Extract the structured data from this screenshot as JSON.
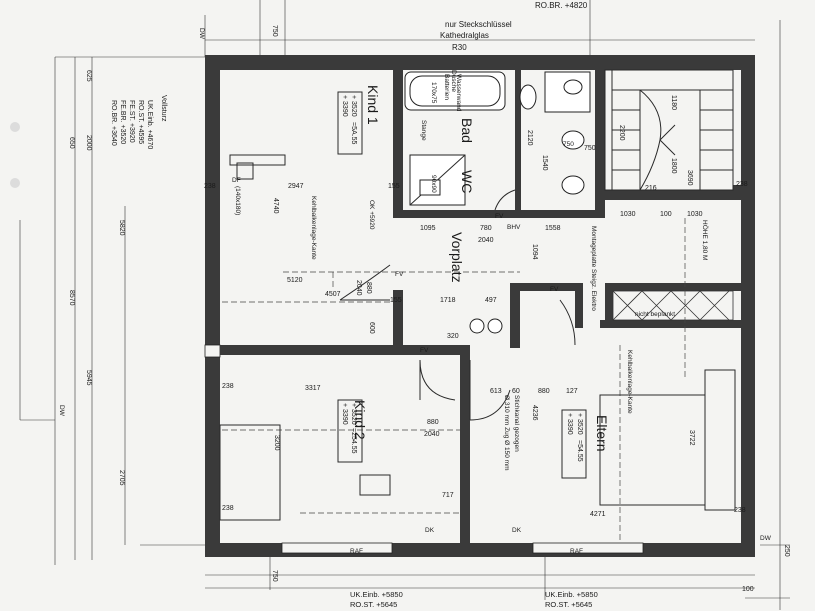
{
  "header": {
    "robr_top": "RO.BR. +4820",
    "stairs_note": "nur Steckschlüssel",
    "stairs_glass": "Kathedralglas",
    "r30": "R30"
  },
  "rooms": {
    "kind1": "Kind 1",
    "kind2": "Kind 2",
    "bad": "Bad",
    "wc": "WC",
    "vorplatz": "Vorplatz",
    "eltern": "Eltern"
  },
  "tags": {
    "fv": "FV",
    "bhv": "BHV",
    "dw": "DW",
    "dk": "DK",
    "raf": "RAF",
    "df": "DF",
    "df_size": "(140x180)",
    "ok": "OK +5920",
    "nicht": "nicht beplankt",
    "hoehe": "HÖHE 1,80 M"
  },
  "kind1_box": {
    "l1": "+ 3520",
    "l2": "+ 3390",
    "l3": "=5A.55"
  },
  "kind2_box": {
    "l1": "+ 3520",
    "l2": "+ 3390",
    "l3": "=254.55"
  },
  "eltern_box": {
    "l1": "+ 3520",
    "l2": "+ 3390",
    "l3": "=54.55"
  },
  "notes": {
    "kehlbalken_left": "Kehlbalkenlage-Kante",
    "kehlbalken_right": "Kehlbalkenlage-Kante",
    "montage": "Montageplatte Steigz. Elektro",
    "stichkanal": "Stichkanal gezogen",
    "stichkanal_size": "Ø 310 mm Zug Ø 150 mm",
    "dusche": "Dusche",
    "batterien": "Batterien",
    "wasserwand": "Wasserwand",
    "stange": "Stange",
    "wanne": "170x75",
    "duschwanne": "90x90",
    "wc": "750"
  },
  "left_legend": {
    "title": "Vollsturz",
    "l1": "UK.Einb. +4670",
    "l2": "RO.ST. +4595",
    "l3": "FE.ST. +3920",
    "l4": "FE.BR. +3520",
    "l5": "RO.BR. +3640"
  },
  "dims": {
    "d625": "625",
    "d650": "650",
    "d2000": "2000",
    "d5820": "5820",
    "d8570": "8570",
    "d5945": "5945",
    "d2705": "2705",
    "d238a": "238",
    "d238b": "238",
    "d238c": "238",
    "d238d": "238",
    "d2947": "2947",
    "d4740": "4740",
    "d5120": "5120",
    "d4507": "4507",
    "d3317": "3317",
    "d3200": "3200",
    "d155a": "155",
    "d155b": "155",
    "d1095": "1095",
    "d780": "780",
    "d2040a": "2040",
    "d1558": "1558",
    "d1094": "1094",
    "d2120": "2120",
    "d1540": "1540",
    "d750": "750",
    "d1030a": "1030",
    "d100a": "100",
    "d1030b": "1030",
    "d3690": "3690",
    "d880a": "880",
    "d2040b": "2040",
    "d600": "600",
    "d1718": "1718",
    "d497": "497",
    "d320": "320",
    "d613": "613",
    "d60": "60",
    "d880b": "880",
    "d127": "127",
    "d4236": "4236",
    "d3722": "3722",
    "d880c": "880",
    "d2040c": "2040",
    "d717": "717",
    "d4271": "4271",
    "d238e": "238",
    "d1180": "1180",
    "d2200": "2200",
    "d1800": "1800",
    "d216": "216",
    "d100b": "100",
    "d250": "250",
    "d750b": "750",
    "d750c": "750"
  },
  "bottom": {
    "ukeinb_a": "UK.Einb. +5850",
    "rost_a": "RO.ST. +5645",
    "ukeinb_b": "UK.Einb. +5850",
    "rost_b": "RO.ST. +5645"
  }
}
